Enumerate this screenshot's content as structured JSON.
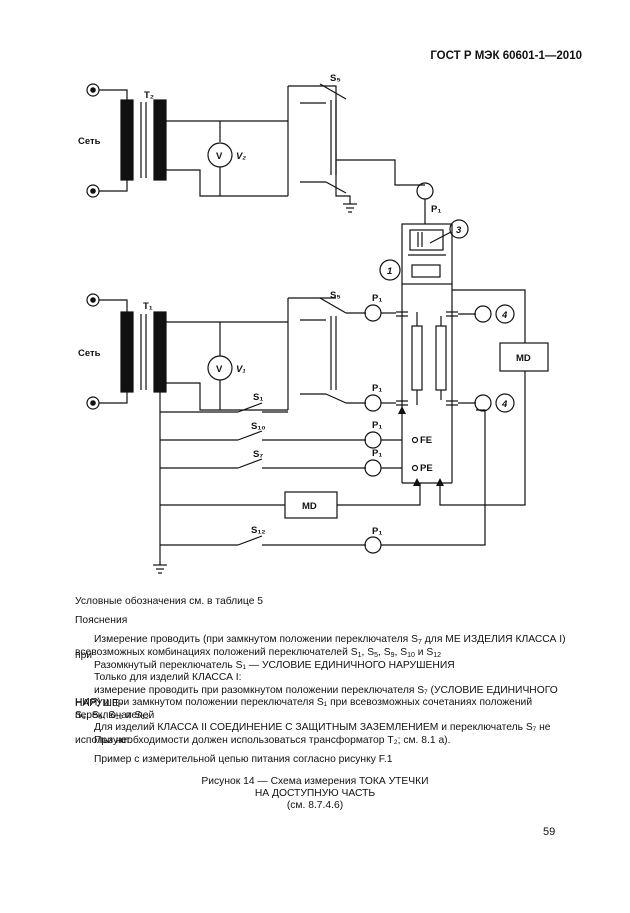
{
  "header": {
    "standard": "ГОСТ Р МЭК 60601-1—2010"
  },
  "diagram": {
    "labels": {
      "mains_top": "Сеть",
      "mains_bottom": "Сеть",
      "t2": "T₂",
      "t1": "T₁",
      "v2": "V₂",
      "v1": "V₁",
      "s5": "S₅",
      "s5b": "S₅",
      "s1": "S₁",
      "s10": "S₁₀",
      "s7": "S₇",
      "s12": "S₁₂",
      "p1": "P₁",
      "fe": "FE",
      "pe": "PE",
      "md": "MD",
      "volt": "V"
    },
    "callouts": [
      "1",
      "3",
      "4",
      "4"
    ]
  },
  "notes": {
    "symbols_ref": "Условные обозначения см. в таблице 5",
    "explanations_title": "Пояснения",
    "line1": "Измерение проводить (при замкнутом положении переключателя",
    "line1_sym": "S",
    "line1_sub": "7",
    "line1_end": "для МЕ ИЗДЕЛИЯ КЛАССА I) при",
    "line2": "всевозможных комбинациях положений переключателей",
    "line2_vals": [
      "1",
      "5",
      "9",
      "10",
      "12"
    ],
    "line3": "Разомкнутый переключатель S₁ — УСЛОВИЕ ЕДИНИЧНОГО НАРУШЕНИЯ",
    "line4": "Только для изделий КЛАССА I:",
    "line5": "измерение проводить при разомкнутом положении переключателя S₇ (УСЛОВИЕ ЕДИНИЧНОГО НАРУШЕ-",
    "line6": "НИЯ) и при замкнутом положении переключателя S₁ при всевозможных сочетаниях  положений переключателей",
    "line7": "S₅, S₉, S₁₀ и S₁₂.",
    "line8": "Для изделий КЛАССА II СОЕДИНЕНИЕ С ЗАЩИТНЫМ ЗАЗЕМЛЕНИЕМ и переключатель S₇ не используют.",
    "line9": "При необходимости должен использоваться трансформатор T₂; см. 8.1 а).",
    "line10": "Пример с измерительной цепью питания согласно рисунку F.1"
  },
  "caption": {
    "line1": "Рисунок 14 — Схема  измерения ТОКА УТЕЧКИ",
    "line2": "НА ДОСТУПНУЮ ЧАСТЬ",
    "line3": "(см. 8.7.4.6)"
  },
  "page_number": "59"
}
